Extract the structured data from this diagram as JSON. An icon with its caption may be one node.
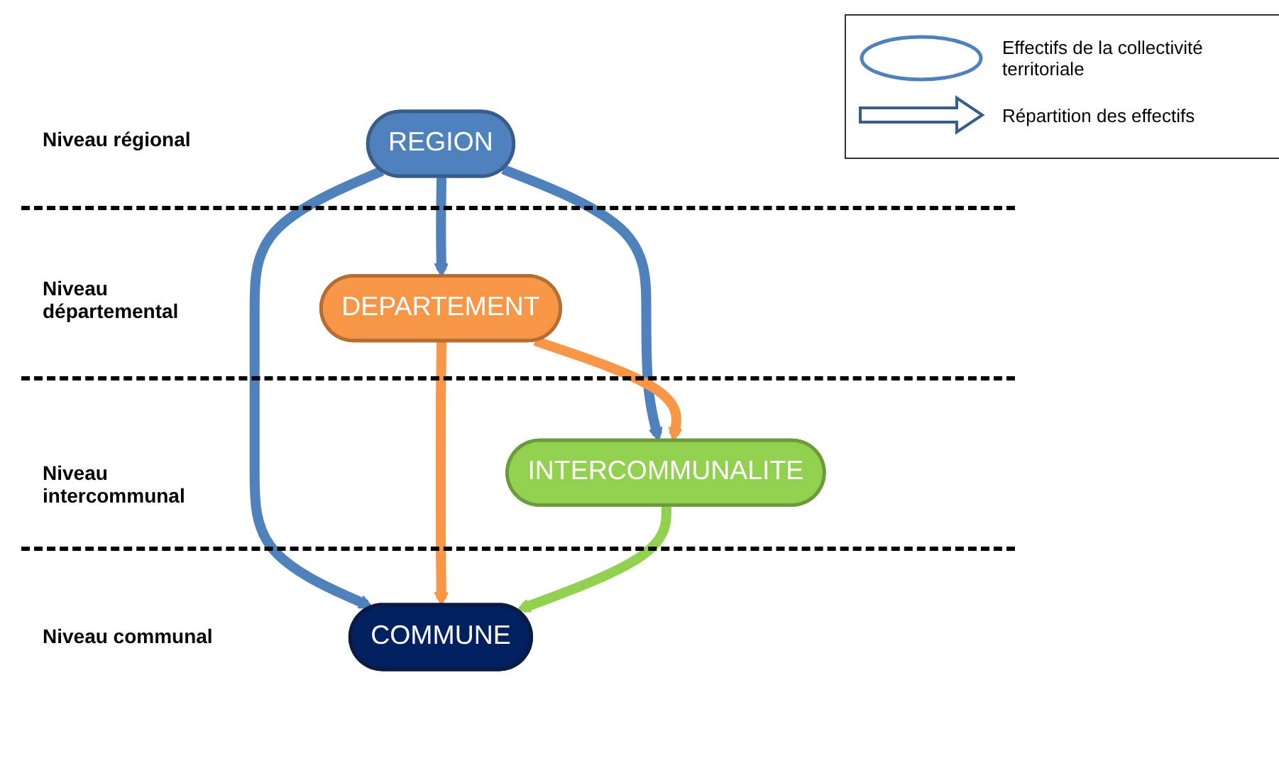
{
  "diagram": {
    "nodes": [
      {
        "text": [
          "REGION"
        ]
      },
      {
        "text": [
          "DEPARTEMENT"
        ]
      },
      {
        "text": [
          "INTERCOMMUNALITE"
        ]
      },
      {
        "text": [
          "COMMUNE"
        ]
      }
    ],
    "edges": [
      {
        "from": 0,
        "to": 1,
        "arrow": "to"
      },
      {
        "from": 0,
        "to": 2,
        "arrow": "to"
      },
      {
        "from": 0,
        "to": 3,
        "arrow": "to"
      },
      {
        "from": 1,
        "to": 2,
        "arrow": "to",
        "color": "#f79646"
      },
      {
        "from": 1,
        "to": 3,
        "arrow": "to",
        "color": "#f79646"
      },
      {
        "from": 2,
        "to": 3,
        "arrow": "to",
        "color": "#92d050"
      }
    ],
    "labels": [
      "Niveau régional",
      "Niveau départemental",
      "Niveau intercommunal",
      "Niveau communal"
    ],
    "legend": [
      {
        "text": "Effectifs de la collectivité territoriale"
      },
      {
        "text": "Répartition des effectifs"
      }
    ]
  }
}
